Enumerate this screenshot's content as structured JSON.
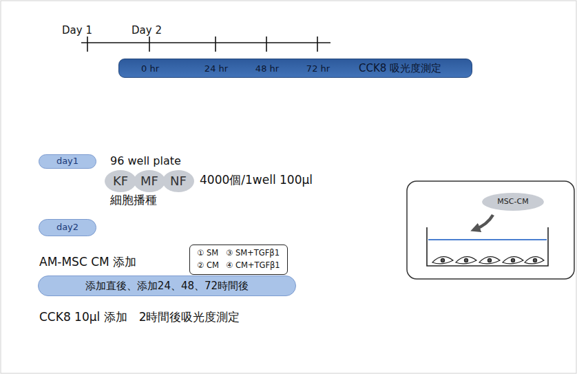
{
  "diagram": {
    "nodes": [
      {
        "text": [
          "0 hr",
          "24 hr",
          "48 hr",
          "72 hr",
          "CCK8 吸光度測定"
        ]
      },
      {
        "text": [
          "day1"
        ]
      },
      {
        "text": [
          "KF"
        ]
      },
      {
        "text": [
          "MF"
        ]
      },
      {
        "text": [
          "NF"
        ]
      },
      {
        "text": [
          "day2"
        ]
      },
      {
        "text": [
          "① SM",
          "③ SM+TGFβ1",
          "② CM",
          "④ CM+TGFβ1"
        ]
      },
      {
        "text": [
          "添加直後、添加24、48、72時間後"
        ]
      },
      {
        "text": [
          "MSC-CM"
        ]
      }
    ],
    "labels": [
      "Day 1",
      "Day 2",
      "96 well plate",
      "4000個/1well 100μl",
      "細胞播種",
      "AM-MSC CM 添加",
      "CCK8 10μl 添加　2時間後吸光度測定"
    ]
  }
}
